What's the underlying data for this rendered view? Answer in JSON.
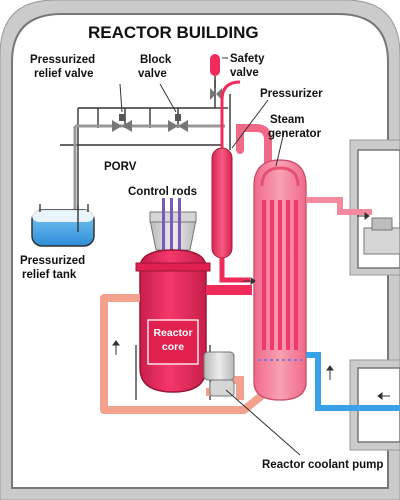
{
  "title": "REACTOR BUILDING",
  "labels": {
    "pressurized_relief_valve": [
      "Pressurized",
      "relief valve"
    ],
    "block_valve": [
      "Block",
      "valve"
    ],
    "safety_valve": [
      "Safety",
      "valve"
    ],
    "pressurizer": "Pressurizer",
    "steam_generator": [
      "Steam",
      "generator"
    ],
    "porv": "PORV",
    "control_rods": "Control rods",
    "pressurized_relief_tank": [
      "Pressurized",
      "relief tank"
    ],
    "reactor_core": [
      "Reactor",
      "core"
    ],
    "reactor_coolant_pump": "Reactor coolant pump"
  },
  "colors": {
    "building_fill": "#cbcbcb",
    "building_inner": "#ffffff",
    "hot_pink": "#f02a5a",
    "coolant_salmon": "#f4a08e",
    "steam_pink": "#f48aa0",
    "water_blue": "#3aa0e8",
    "equipment_gray": "#d6d6d6",
    "rod_purple": "#7a5ab8",
    "pipe_dark": "#333333"
  }
}
